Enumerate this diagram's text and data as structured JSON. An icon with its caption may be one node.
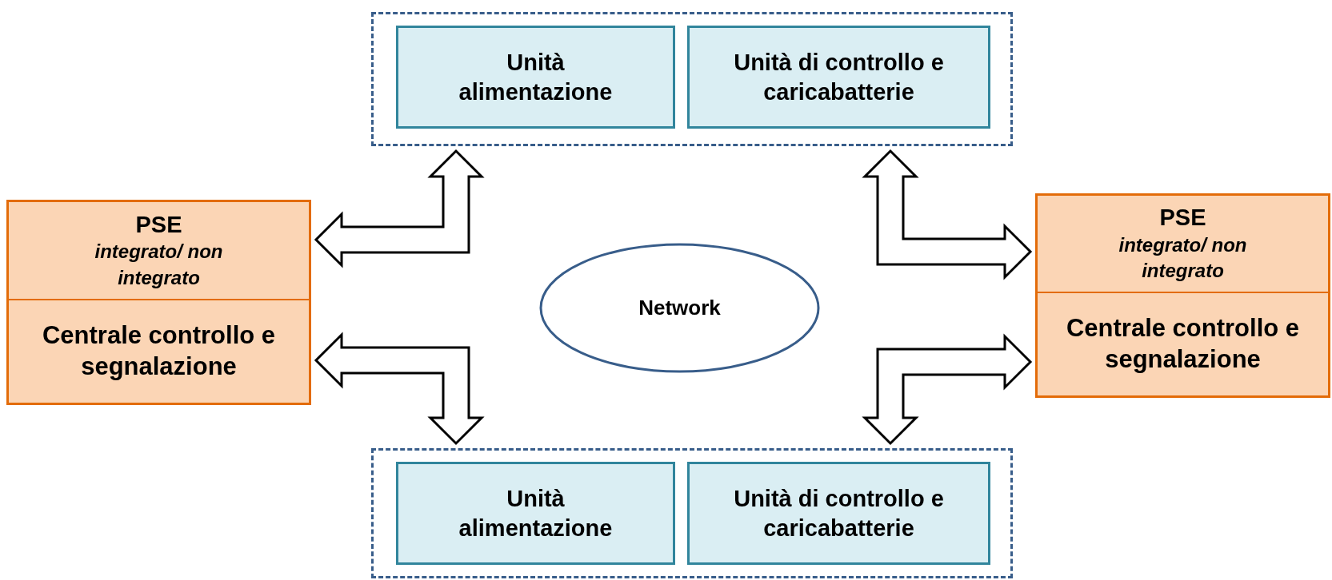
{
  "diagram": {
    "nodes": [
      {
        "text": [],
        "shape": "box"
      },
      {
        "text": [
          "Unità alimentazione"
        ],
        "in": 0
      },
      {
        "text": [
          "Unità di controllo e caricabatterie"
        ],
        "in": 0
      },
      {
        "text": [
          "PSE",
          "integrato/ non integrato",
          "Centrale controllo e segnalazione"
        ]
      },
      {
        "text": [
          "Network"
        ]
      },
      {
        "text": [
          "PSE",
          "integrato/ non integrato",
          "Centrale controllo e segnalazione"
        ]
      },
      {
        "text": [],
        "shape": "box"
      },
      {
        "text": [
          "Unità alimentazione"
        ],
        "in": 6
      },
      {
        "text": [
          "Unità di controllo e caricabatterie"
        ],
        "in": 6
      }
    ],
    "edges": [
      {
        "from": 3,
        "to": 0,
        "arrow": "both"
      },
      {
        "from": 0,
        "to": 5,
        "arrow": "both"
      },
      {
        "from": 3,
        "to": 6,
        "arrow": "both"
      },
      {
        "from": 5,
        "to": 6,
        "arrow": "both"
      }
    ]
  }
}
